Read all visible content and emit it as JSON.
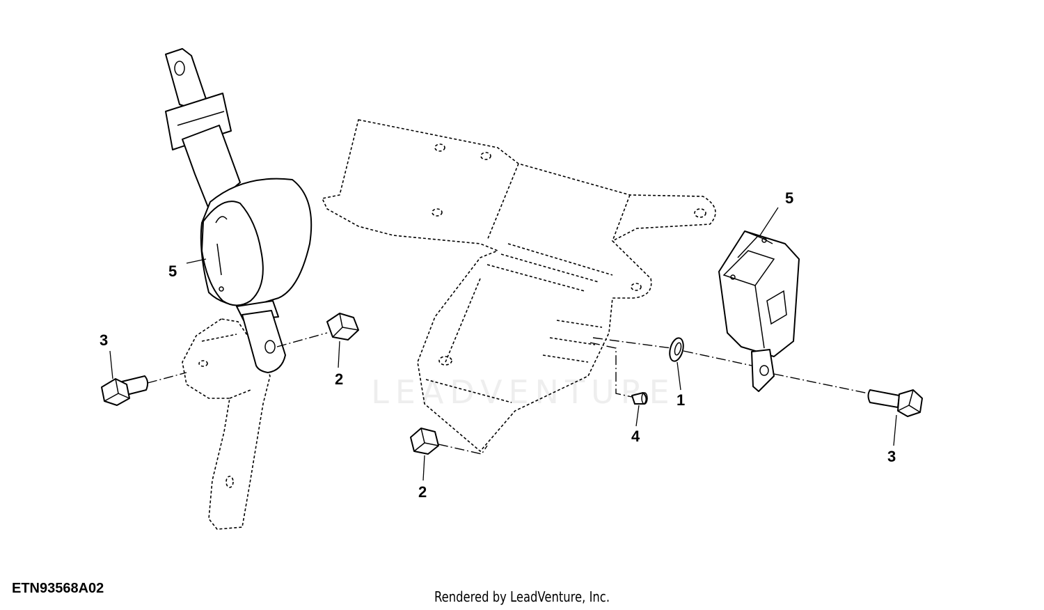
{
  "figure_id": "ETN93568A02",
  "render_credit": "Rendered by LeadVenture, Inc.",
  "watermark": "LEADVENTURE",
  "callouts": {
    "retractor_left": "5",
    "buckle_right": "5",
    "bolt_left": "3",
    "bolt_right": "3",
    "nut_upper": "2",
    "nut_lower": "2",
    "washer": "1",
    "screw": "4"
  },
  "colors": {
    "line": "#000000",
    "background": "#ffffff",
    "watermark": "#eeeeee"
  }
}
